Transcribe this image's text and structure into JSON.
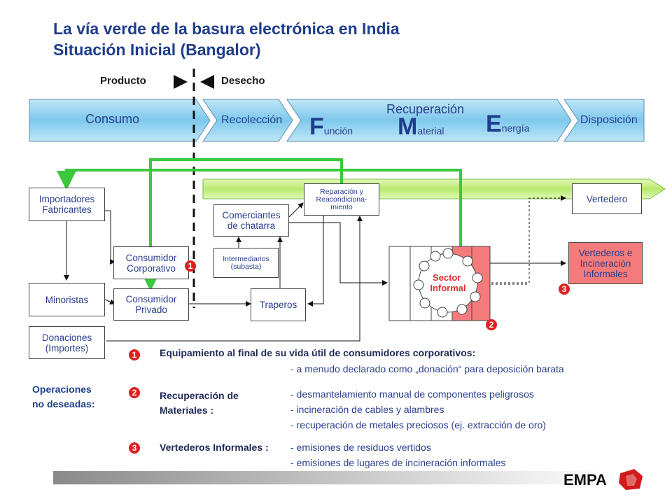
{
  "title": {
    "line1": "La vía verde de la basura electrónica en India",
    "line2": "Situación Inicial (Bangalor)"
  },
  "boundary": {
    "product": "Producto",
    "waste": "Desecho"
  },
  "stages": {
    "consumo": "Consumo",
    "recoleccion": "Recolección",
    "recuperacion": "Recuperación",
    "funcion_letter": "F",
    "funcion_rest": "unción",
    "material_letter": "M",
    "material_rest": "aterial",
    "energia_letter": "E",
    "energia_rest": "nergía",
    "disposicion": "Disposición"
  },
  "boxes": {
    "importadores": "Importadores\nFabricantes",
    "minoristas": "Minoristas",
    "donaciones": "Donaciones\n(Importes)",
    "consumidor_corporativo": "Consumidor\nCorporativo",
    "consumidor_privado": "Consumidor\nPrivado",
    "intermediarios": "Intermediarios\n(subasta)",
    "comerciantes": "Comerciantes\nde chatarra",
    "traperos": "Traperos",
    "reparacion": "Reparación y\nReacondiciona-\nmiento",
    "sector_informal": "Sector\nInformal",
    "vertedero": "Vertedero",
    "vertederos_informales": "Vertederos e\nIncineración\nInformales"
  },
  "badges": {
    "one": "1",
    "two": "2",
    "three": "3"
  },
  "operations": {
    "label": "Operaciones\nno deseadas:",
    "item1_title": "Equipamiento al final de su vida útil de consumidores corporativos:",
    "item1_line1": "- a menudo declarado como „donación“ para deposición barata",
    "item2_title": "Recuperación de\nMateriales :",
    "item2_line1": "- desmantelamiento manual de componentes peligrosos",
    "item2_line2": "- incineración de cables y alambres",
    "item2_line3": "- recuperación de metales preciosos (ej. extracción de oro)",
    "item3_title": "Vertederos Informales :",
    "item3_line1": "- emisiones de residuos vertidos",
    "item3_line2": "- emisiones de lugares de incineración informales"
  },
  "logo": "EMPA",
  "colors": {
    "title": "#1f3d8a",
    "green_flow": "#3cc83c",
    "green_band": "#c8f08a",
    "chevron": "#7ec8ec",
    "red_box": "#f47b7b",
    "badge": "#e02020"
  }
}
